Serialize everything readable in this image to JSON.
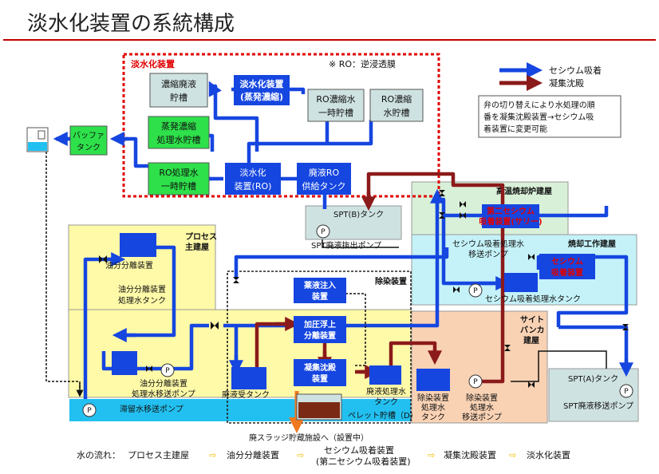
{
  "title": "淡水化装置の系統構成",
  "note_ro": "※ RO：逆浸透膜",
  "legend": {
    "cesium": "セシウム吸着",
    "coag": "凝集沈殿",
    "note": [
      "弁の切り替えにより水処理の順",
      "番を凝集沈殿装置→セシウム吸",
      "着装置に変更可能"
    ]
  },
  "areas": {
    "desal": "淡水化装置",
    "process": [
      "プロセス",
      "主建屋"
    ],
    "decon": "除染装置",
    "hti": "高温焼却炉建屋",
    "incin": "焼却工作建屋",
    "site": [
      "サイト",
      "バンカ",
      "建屋"
    ]
  },
  "boxes": {
    "conc_waste": [
      "濃縮廃液",
      "貯槽"
    ],
    "evap": [
      "淡水化装置",
      "(蒸発濃縮)"
    ],
    "ro_conc1": [
      "RO濃縮水",
      "一時貯槽"
    ],
    "ro_conc2": [
      "RO濃縮",
      "水貯槽"
    ],
    "evap_tank": [
      "蒸発濃縮",
      "処理水貯槽"
    ],
    "buffer": [
      "バッファ",
      "タンク"
    ],
    "ro_tank": [
      "RO処理水",
      "一時貯槽"
    ],
    "ro_unit": [
      "淡水化",
      "装置(RO)"
    ],
    "ro_feed": [
      "廃液RO",
      "供給タンク"
    ],
    "sec_cs": [
      "第二セシウム",
      "吸着装置(サリー)"
    ],
    "cs_dev": [
      "セシウム",
      "吸着装置"
    ],
    "chem": [
      "薬液注入",
      "装置"
    ],
    "daf": [
      "加圧浮上",
      "分離装置"
    ],
    "coag_dev": [
      "凝集沈殿",
      "装置"
    ]
  },
  "labels": {
    "sptb": "SPT(B)タンク",
    "sptb_pump": "SPT廃液抜出ポンプ",
    "oil_sep": "油分分離装置",
    "oil_tank": [
      "油分分離装置",
      "処理水タンク"
    ],
    "oil_pump": [
      "油分分離装置",
      "処理水移送ポンプ"
    ],
    "stag_pump": "滞留水移送ポンプ",
    "cs_pump": [
      "セシウム吸着処理水",
      "移送ポンプ"
    ],
    "cs_tank": "セシウム吸着処理水タンク",
    "waste_recv": "廃液受タンク",
    "waste_treat": [
      "廃液処理水",
      "タンク"
    ],
    "pellet": "ペレット貯槽（D）",
    "decon_tank": [
      "除染装置",
      "処理水",
      "タンク"
    ],
    "decon_pump": [
      "除染装置",
      "処理水",
      "移送ポンプ"
    ],
    "spta": "SPT(A)タンク",
    "spta_pump": "SPT廃液移送ポンプ",
    "sludge": "廃スラッジ貯蔵施設へ（設置中）",
    "pump": "P"
  },
  "flow": {
    "prefix": "水の流れ：",
    "s1": "プロセス主建屋",
    "s2": "油分分離装置",
    "s3a": "セシウム吸着装置",
    "s3b": "(第二セシウム吸着装置)",
    "s4": "凝集沈殿装置",
    "s5": "淡水化装置"
  },
  "colors": {
    "blue": "#1646e0",
    "darkred": "#8b1a1a",
    "green": "#2ee04a",
    "teal": "#cfe2e2",
    "yellow": "#fffaa8",
    "cyan": "#c4f2f8",
    "peach": "#f9d2b4",
    "red": "#e00000",
    "orange": "#f07820"
  }
}
